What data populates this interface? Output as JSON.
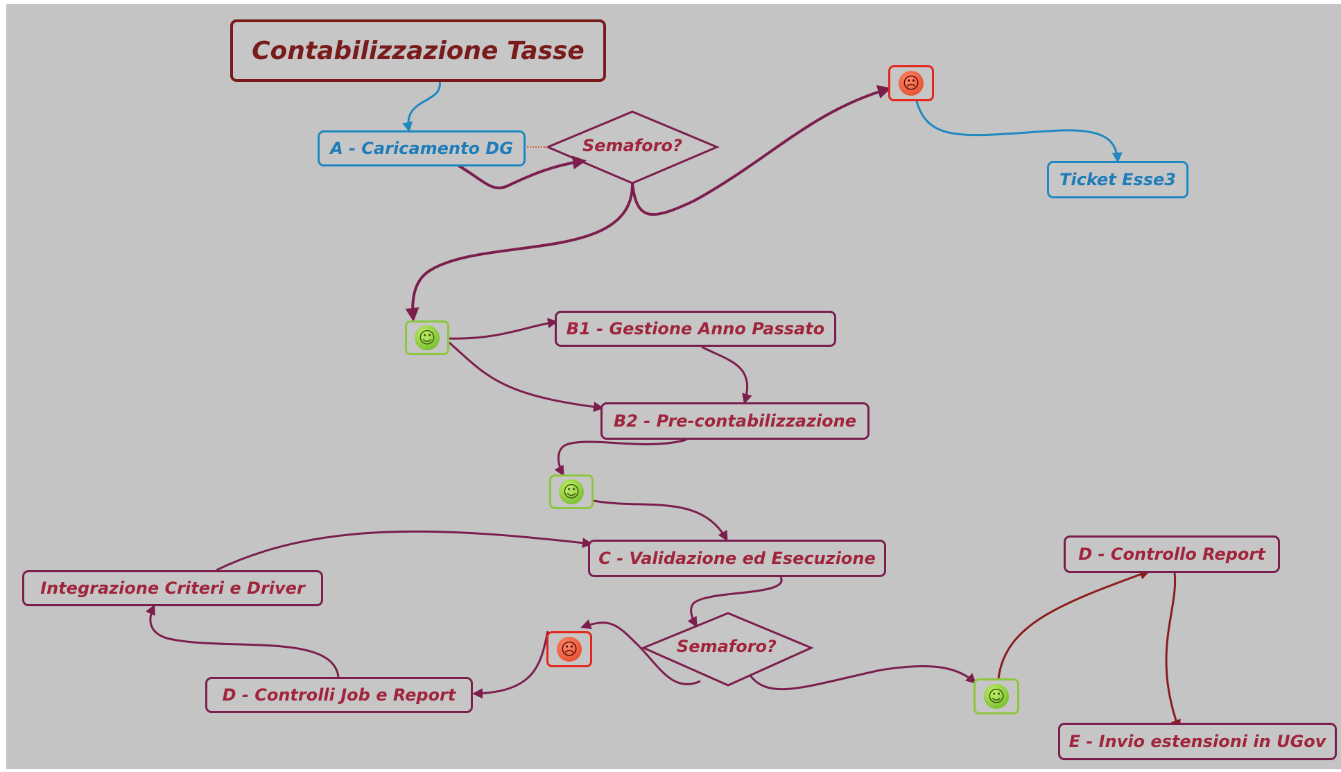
{
  "diagram": {
    "title": "Contabilizzazione Tasse",
    "nodes": {
      "a_caricamento": "A - Caricamento DG",
      "semaforo_1": "Semaforo?",
      "ticket_esse3": "Ticket Esse3",
      "b1_gestione": "B1 - Gestione Anno Passato",
      "b2_precontab": "B2 - Pre-contabilizzazione",
      "c_validazione": "C - Validazione ed Esecuzione",
      "integrazione": "Integrazione Criteri e Driver",
      "semaforo_2": "Semaforo?",
      "d_controlli_job": "D - Controlli Job e Report",
      "d_controllo_report": "D - Controllo Report",
      "e_invio": "E - Invio estensioni in UGov"
    },
    "icons": {
      "happy": "smiley-icon",
      "angry": "angry-face-icon"
    },
    "colors": {
      "background": "#c4c4c4",
      "plum": "#7b1e4e",
      "plum_text": "#a0253c",
      "blue": "#1e88c0",
      "title": "#7a1b1b",
      "green_border": "#8dc63f",
      "red_border": "#e3261b"
    }
  }
}
